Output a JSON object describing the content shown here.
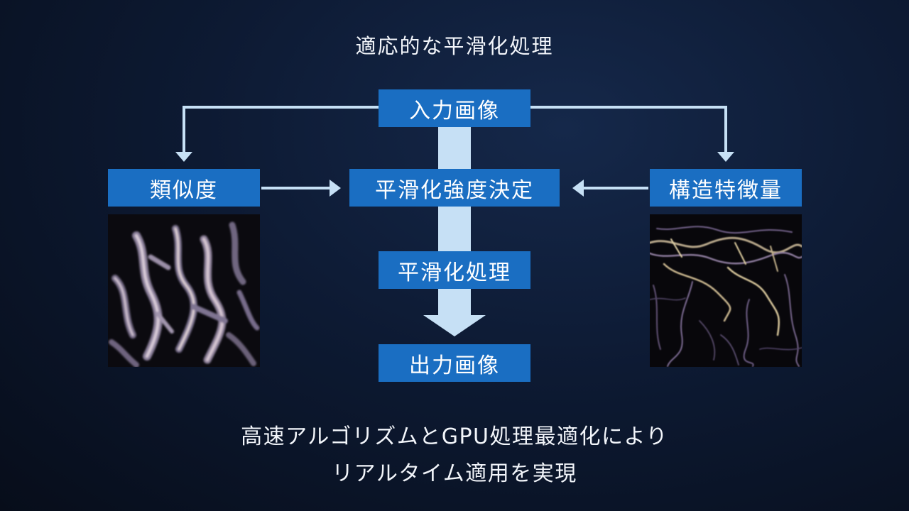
{
  "title": "適応的な平滑化処理",
  "nodes": {
    "input": "入力画像",
    "similarity": "類似度",
    "decision": "平滑化強度決定",
    "features": "構造特徴量",
    "smoothing": "平滑化処理",
    "output": "出力画像"
  },
  "caption": {
    "line1": "高速アルゴリズムとGPU処理最適化により",
    "line2": "リアルタイム適用を実現"
  },
  "colors": {
    "node_fill": "#1a6ec2",
    "arrow": "#c6e0f5",
    "background": "#0d1a33"
  }
}
